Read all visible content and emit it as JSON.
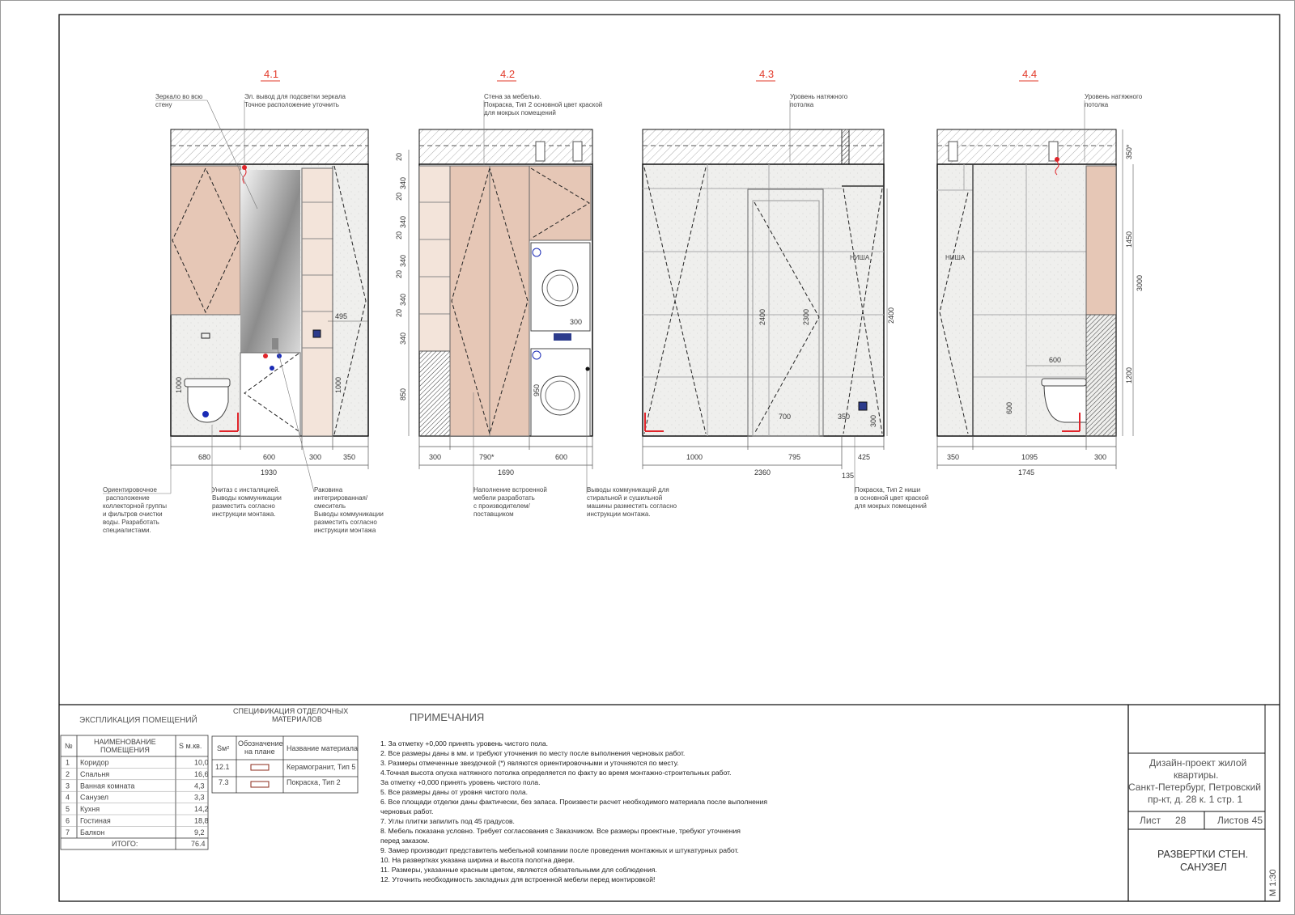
{
  "elevations": [
    {
      "label": "4.1",
      "annotations_top": [
        [
          "Зеркало во всю",
          "стену"
        ],
        [
          "Эл. вывод для подсветки зеркала",
          "Точное расположение уточнить"
        ]
      ],
      "annotations_bottom": [
        [
          "Ориентировочное",
          "расположение",
          "коллекторной группы",
          "и фильтров очистки",
          "воды. Разработать",
          "специалистами."
        ],
        [
          "Унитаз с инсталяцией.",
          "Выводы коммуникации",
          "разместить согласно",
          "инструкции монтажа."
        ],
        [
          "Раковина",
          "интегрированная/",
          "смеситель",
          "Выводы коммуникации",
          "разместить согласно",
          "инструкции монтажа"
        ]
      ],
      "dims": [
        "680",
        "600",
        "300",
        "350"
      ],
      "total": "1930",
      "inner_dims": [
        "1000",
        "1000",
        "495"
      ]
    },
    {
      "label": "4.2",
      "annotations_top": [
        [
          "Стена за мебелью.",
          "Покраска, Тип 2  основной цвет краской",
          "для мокрых помещений"
        ]
      ],
      "annotations_bottom": [
        [
          "Наполнение встроенной",
          "мебели разработать",
          "с производителем/",
          "поставщиком"
        ],
        [
          "Выводы коммуникаций для",
          "стиральной и сушильной",
          "машины разместить согласно",
          "инструкции монтажа."
        ]
      ],
      "dims": [
        "300",
        "790*",
        "600"
      ],
      "total": "1690",
      "vert_dims": [
        "20",
        "340",
        "20",
        "340",
        "20",
        "340",
        "20",
        "340",
        "20",
        "340",
        "850"
      ],
      "inner_dims": [
        "300",
        "950"
      ]
    },
    {
      "label": "4.3",
      "annotations_top": [
        [
          "Уровень натяжного",
          "потолка"
        ]
      ],
      "annotations_bottom": [
        [
          "Покраска,  Тип 2 ниши",
          "в основной цвет краской",
          "для мокрых помещений"
        ]
      ],
      "dims": [
        "1000",
        "795",
        "425"
      ],
      "total": "2360",
      "extra_dim": "135",
      "inner_dims": [
        "2400",
        "2300",
        "700",
        "350",
        "300",
        "2400"
      ],
      "niche": "НИША"
    },
    {
      "label": "4.4",
      "annotations_top": [
        [
          "Уровень натяжного",
          "потолка"
        ]
      ],
      "dims": [
        "350",
        "1095",
        "300"
      ],
      "total": "1745",
      "vert_dims": [
        "350*",
        "1450",
        "3000",
        "1200"
      ],
      "inner_dims": [
        "600",
        "600"
      ],
      "niche": "НИША"
    }
  ],
  "explication": {
    "title": "ЭКСПЛИКАЦИЯ ПОМЕЩЕНИЙ",
    "col_no": "№",
    "col_name": [
      "НАИМЕНОВАНИЕ",
      "ПОМЕЩЕНИЯ"
    ],
    "col_area": "S м.кв.",
    "rows": [
      [
        "1",
        "Коридор",
        "10,0"
      ],
      [
        "2",
        "Спальня",
        "16,6"
      ],
      [
        "3",
        "Ванная комната",
        "4,3"
      ],
      [
        "4",
        "Санузел",
        "3,3"
      ],
      [
        "5",
        "Кухня",
        "14,2"
      ],
      [
        "6",
        "Гостиная",
        "18,8"
      ],
      [
        "7",
        "Балкон",
        "9,2"
      ]
    ],
    "total_label": "ИТОГО:",
    "total_value": "76.4"
  },
  "spec": {
    "title": [
      "СПЕЦИФИКАЦИЯ ОТДЕЛОЧНЫХ",
      "МАТЕРИАЛОВ"
    ],
    "col1": "Sм²",
    "col2": [
      "Обозначение",
      "на плане"
    ],
    "col3": "Название материала",
    "rows": [
      [
        "12.1",
        "Керамогранит, Тип 5"
      ],
      [
        "7.3",
        "Покраска, Тип 2"
      ]
    ]
  },
  "notes": {
    "title": "ПРИМЕЧАНИЯ",
    "lines": [
      "1. За отметку +0,000 принять уровень чистого пола.",
      "2. Все размеры даны в мм. и требуют уточнения по месту после выполнения черновых работ.",
      "3. Размеры отмеченные звездочкой (*) являются ориентировочными и уточняются по месту.",
      "4.Точная высота опуска натяжного потолка определяется по факту во время монтажно-строительных работ.",
      "За отметку +0,000 принять уровень чистого пола.",
      "5. Все размеры даны от уровня чистого пола.",
      "6. Все площади отделки даны фактически, без запаса. Произвести расчет необходимого материала после выполнения",
      "черновых работ.",
      "7. Углы плитки запилить под 45 градусов.",
      "8. Мебель показана условно. Требует согласования с Заказчиком. Все размеры проектные, требуют уточнения",
      "перед заказом.",
      "9. Замер производит представитель мебельной компании после проведения монтажных и штукатурных работ.",
      "10. На развертках указана ширина и высота полотна двери.",
      "11. Размеры, указанные красным цветом, являются обязательными для соблюдения.",
      "12. Уточнить необходимость закладных для встроенной мебели перед монтировкой!"
    ]
  },
  "title_block": {
    "project": [
      "Дизайн-проект жилой",
      "квартиры.",
      "Санкт-Петербург, Петровский",
      "пр-кт, д. 28 к. 1 стр. 1"
    ],
    "sheet_label": "Лист",
    "sheet_no": "28",
    "sheets_label": "Листов",
    "sheets_total": "45",
    "sheet_title": [
      "РАЗВЕРТКИ СТЕН.",
      "САНУЗЕЛ"
    ],
    "scale": "М 1:30"
  },
  "colors": {
    "wood": "#e6c7b6",
    "tile": "#eeeeec",
    "accent": "#e23a2a",
    "line": "#111111"
  }
}
